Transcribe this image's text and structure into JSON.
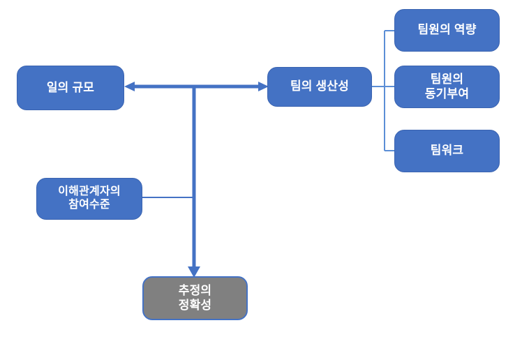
{
  "diagram": {
    "title": "",
    "colors": {
      "node_blue": "#4472C4",
      "node_gray": "#808080",
      "connector_thick": "#4472C4",
      "connector_thin": "#5B8ED6",
      "node_text": "#FFFFFF",
      "background": "#FFFFFF"
    },
    "nodes": [
      {
        "id": "work_scale",
        "label": "일의 규모",
        "style": "blue"
      },
      {
        "id": "team_productivity",
        "label": "팀의 생산성",
        "style": "blue"
      },
      {
        "id": "member_capability",
        "label": "팀원의 역량",
        "style": "blue"
      },
      {
        "id": "member_motivation",
        "label": "팀원의\n동기부여",
        "style": "blue"
      },
      {
        "id": "teamwork",
        "label": "팀워크",
        "style": "blue"
      },
      {
        "id": "stakeholder",
        "label": "이해관계자의\n참여수준",
        "style": "blue"
      },
      {
        "id": "estimate_accuracy",
        "label": "추정의\n정확성",
        "style": "gray"
      }
    ],
    "edges": [
      {
        "from": "work_scale",
        "to": "team_productivity",
        "type": "double-arrow"
      },
      {
        "from": "team_productivity",
        "to": "member_capability",
        "type": "bracket"
      },
      {
        "from": "team_productivity",
        "to": "member_motivation",
        "type": "bracket"
      },
      {
        "from": "team_productivity",
        "to": "teamwork",
        "type": "bracket"
      },
      {
        "from": "stakeholder",
        "to": "estimate_accuracy",
        "type": "line"
      },
      {
        "from": "work_scale",
        "to": "estimate_accuracy",
        "type": "arrow"
      }
    ]
  }
}
